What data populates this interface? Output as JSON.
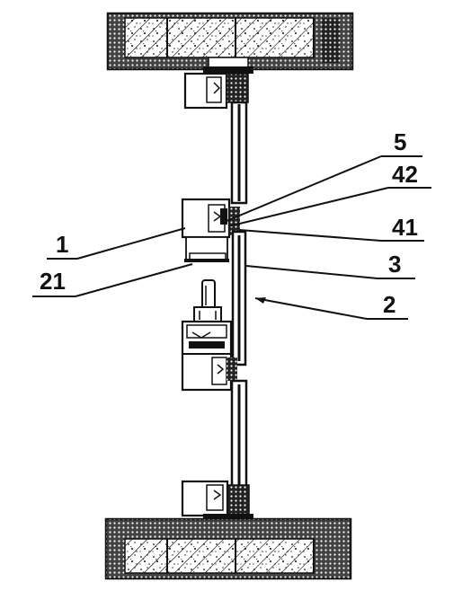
{
  "labels": {
    "l5": "5",
    "l42": "42",
    "l41": "41",
    "l3": "3",
    "l2": "2",
    "l1": "1",
    "l21": "21"
  },
  "colors": {
    "ink": "#111111",
    "paper": "#ffffff"
  }
}
